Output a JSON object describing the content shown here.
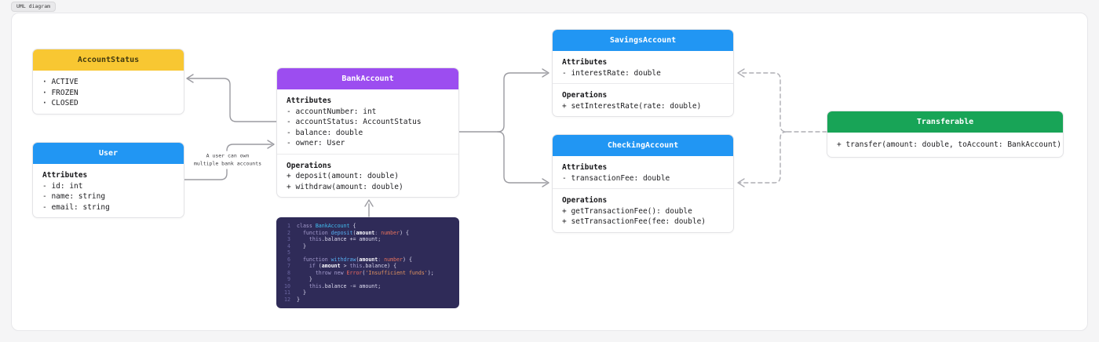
{
  "page": {
    "badge": "UML diagram"
  },
  "colors": {
    "account_status_header": "#f8c732",
    "user_header": "#2196f3",
    "bank_account_header": "#9c4df0",
    "savings_account_header": "#2196f3",
    "checking_account_header": "#2196f3",
    "transferable_header": "#18a457",
    "code_background": "#2f2b58",
    "wire_solid": "#9b9ba1",
    "wire_dashed": "#aeaeb4"
  },
  "boxes": {
    "account_status": {
      "title": "AccountStatus",
      "items": [
        "ACTIVE",
        "FROZEN",
        "CLOSED"
      ]
    },
    "user": {
      "title": "User",
      "attributes_title": "Attributes",
      "attributes": [
        "- id: int",
        "- name: string",
        "- email: string"
      ]
    },
    "bank_account": {
      "title": "BankAccount",
      "attributes_title": "Attributes",
      "attributes": [
        "- accountNumber: int",
        "- accountStatus: AccountStatus",
        "- balance: double",
        "- owner: User"
      ],
      "operations_title": "Operations",
      "operations": [
        "+ deposit(amount: double)",
        "+ withdraw(amount: double)"
      ]
    },
    "savings_account": {
      "title": "SavingsAccount",
      "attributes_title": "Attributes",
      "attributes": [
        "- interestRate: double"
      ],
      "operations_title": "Operations",
      "operations": [
        "+ setInterestRate(rate: double)"
      ]
    },
    "checking_account": {
      "title": "CheckingAccount",
      "attributes_title": "Attributes",
      "attributes": [
        "- transactionFee: double"
      ],
      "operations_title": "Operations",
      "operations": [
        "+ getTransactionFee(): double",
        "+ setTransactionFee(fee: double)"
      ]
    },
    "transferable": {
      "title": "Transferable",
      "operations": [
        "+ transfer(amount: double, toAccount: BankAccount)"
      ]
    }
  },
  "edge_label": {
    "line1": "A user can own",
    "line2": "multiple bank accounts"
  },
  "code": {
    "lines": [
      {
        "n": 1,
        "tokens": [
          [
            "kw",
            "class "
          ],
          [
            "cls",
            "BankAccount"
          ],
          [
            "pl",
            " {"
          ]
        ]
      },
      {
        "n": 2,
        "tokens": [
          [
            "kw",
            "  function "
          ],
          [
            "fn",
            "deposit"
          ],
          [
            "pl",
            "("
          ],
          [
            "var",
            "amount"
          ],
          [
            "kw",
            ": "
          ],
          [
            "typ",
            "number"
          ],
          [
            "pl",
            ") {"
          ]
        ]
      },
      {
        "n": 3,
        "tokens": [
          [
            "kw",
            "    this"
          ],
          [
            "pl",
            ".balance += amount;"
          ]
        ]
      },
      {
        "n": 4,
        "tokens": [
          [
            "pl",
            "  }"
          ]
        ]
      },
      {
        "n": 5,
        "tokens": []
      },
      {
        "n": 6,
        "tokens": [
          [
            "kw",
            "  function "
          ],
          [
            "fn",
            "withdraw"
          ],
          [
            "pl",
            "("
          ],
          [
            "var",
            "amount"
          ],
          [
            "kw",
            ": "
          ],
          [
            "typ",
            "number"
          ],
          [
            "pl",
            ") {"
          ]
        ]
      },
      {
        "n": 7,
        "tokens": [
          [
            "kw",
            "    if "
          ],
          [
            "pl",
            "("
          ],
          [
            "var",
            "amount"
          ],
          [
            "pl",
            " > "
          ],
          [
            "kw",
            "this"
          ],
          [
            "pl",
            ".balance) {"
          ]
        ]
      },
      {
        "n": 8,
        "tokens": [
          [
            "kw",
            "      throw new "
          ],
          [
            "err",
            "Error"
          ],
          [
            "pl",
            "("
          ],
          [
            "str",
            "'Insufficient funds'"
          ],
          [
            "pl",
            ");"
          ]
        ]
      },
      {
        "n": 9,
        "tokens": [
          [
            "pl",
            "    }"
          ]
        ]
      },
      {
        "n": 10,
        "tokens": [
          [
            "kw",
            "    this"
          ],
          [
            "pl",
            ".balance -= amount;"
          ]
        ]
      },
      {
        "n": 11,
        "tokens": [
          [
            "pl",
            "  }"
          ]
        ]
      },
      {
        "n": 12,
        "tokens": [
          [
            "pl",
            "}"
          ]
        ]
      }
    ]
  }
}
